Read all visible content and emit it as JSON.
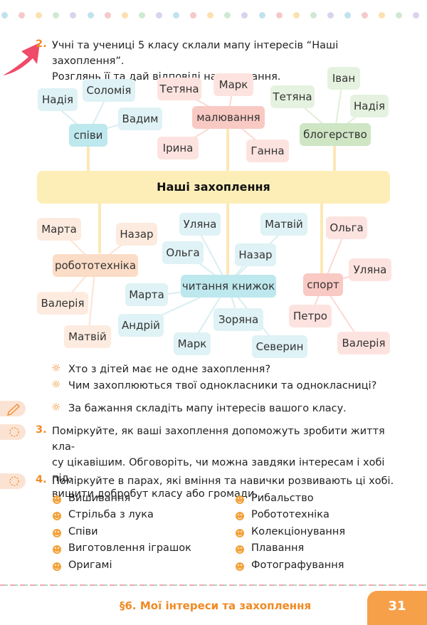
{
  "colors": {
    "accent": "#f08a24",
    "title_band": "#fdeeb8",
    "dash_pink": "#f4a6b6",
    "dash_green": "#a6dcc0"
  },
  "task2": {
    "number": "2.",
    "text_line1": "Учні та учениці 5 класу склали мапу інтересів “Наші захоплення”.",
    "text_line2": "Розглянь її та дай відповіді на запитання."
  },
  "mindmap": {
    "center": "Наші захоплення",
    "hubs": {
      "singing": "співи",
      "drawing": "малювання",
      "blogging": "блогерство",
      "robotics": "робототехніка",
      "reading": "читання книжок",
      "sport": "спорт"
    },
    "names": {
      "singing": [
        "Надія",
        "Соломія",
        "Вадим"
      ],
      "drawing": [
        "Тетяна",
        "Марк",
        "Ірина",
        "Ганна"
      ],
      "blogging": [
        "Тетяна",
        "Іван",
        "Надія"
      ],
      "robotics": [
        "Марта",
        "Назар",
        "Валерія",
        "Матвій"
      ],
      "reading": [
        "Уляна",
        "Матвій",
        "Ольга",
        "Назар",
        "Марта",
        "Андрій",
        "Марк",
        "Зоряна",
        "Северин"
      ],
      "sport": [
        "Ольга",
        "Уляна",
        "Петро",
        "Валерія"
      ]
    }
  },
  "questions": [
    "Хто з дітей має не одне захоплення?",
    "Чим захоплюються твої однокласники та однокласниці?",
    "За бажання складіть мапу інтересів вашого класу."
  ],
  "task3": {
    "number": "3.",
    "line1": "Поміркуйте, як ваші захоплення допоможуть зробити життя кла-",
    "line2": "су цікавішим. Обговоріть, чи можна завдяки інтересам і хобі під-",
    "line3": "вищити добробут класу або громади."
  },
  "task4": {
    "number": "4.",
    "line1": "Поміркуйте в парах, які вміння та навички розвивають ці хобі.",
    "left": [
      "Вишивання",
      "Стрільба з лука",
      "Співи",
      "Виготовлення іграшок",
      "Оригамі"
    ],
    "right": [
      "Рибальство",
      "Робототехніка",
      "Колекціонування",
      "Плавання",
      "Фотографування"
    ]
  },
  "footer": {
    "title": "§6. Мої інтереси та захоплення",
    "page": "31"
  }
}
